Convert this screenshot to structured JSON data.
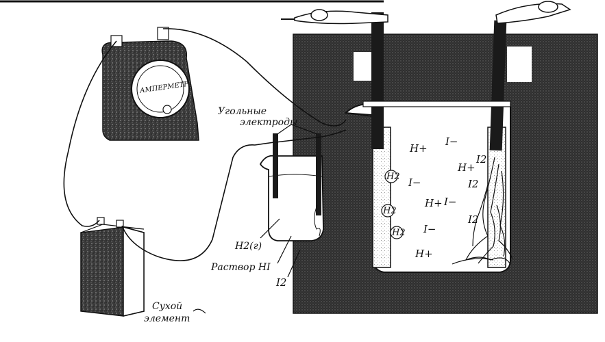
{
  "labels": {
    "ammeter_face": "АМПЕРМЕТР",
    "carbon_electrodes_line1": "Угольные",
    "carbon_electrodes_line2": "электроды",
    "h2_gas": "H2(г)",
    "hi_solution": "Раствор HI",
    "iodine": "I2",
    "dry_cell_line1": "Сухой",
    "dry_cell_line2": "элемент"
  },
  "ions": {
    "h_plus": "H+",
    "i_minus": "I−",
    "i2": "I2",
    "h2_bubble": "H2"
  },
  "colors": {
    "ink": "#111111",
    "panel": "#3a3a3a",
    "paper": "#ffffff"
  }
}
